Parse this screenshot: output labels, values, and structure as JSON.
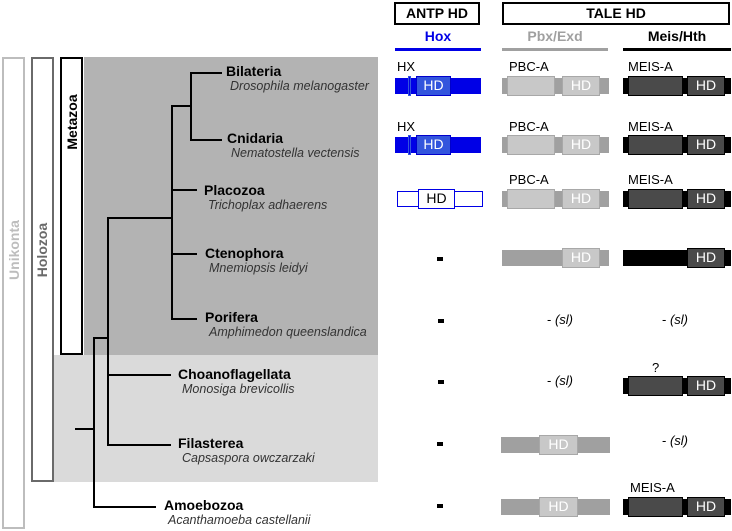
{
  "clades": {
    "unikonta": "Unikonta",
    "holozoa": "Holozoa",
    "metazoa": "Metazoa"
  },
  "headers": {
    "antp": "ANTP HD",
    "tale": "TALE HD",
    "columns": [
      {
        "label": "Hox",
        "color": "#0000e6"
      },
      {
        "label": "Pbx/Exd",
        "color": "#a0a0a0"
      },
      {
        "label": "Meis/Hth",
        "color": "#000000"
      }
    ]
  },
  "taxa": [
    {
      "group": "Bilateria",
      "species": "Drosophila melanogaster"
    },
    {
      "group": "Cnidaria",
      "species": "Nematostella vectensis"
    },
    {
      "group": "Placozoa",
      "species": "Trichoplax adhaerens"
    },
    {
      "group": "Ctenophora",
      "species": "Mnemiopsis leidyi"
    },
    {
      "group": "Porifera",
      "species": "Amphimedon queenslandica"
    },
    {
      "group": "Choanoflagellata",
      "species": "Monosiga brevicollis"
    },
    {
      "group": "Filasterea",
      "species": "Capsaspora owczarzaki"
    },
    {
      "group": "Amoebozoa",
      "species": "Acanthamoeba castellanii"
    }
  ],
  "domains": {
    "hx": "HX",
    "hd": "HD",
    "pbc": "PBC-A",
    "meis": "MEIS-A",
    "unknown": "?",
    "absent": "-",
    "sl": "(sl)"
  },
  "colors": {
    "hox": "#0000e6",
    "hox_hd": "#3355dd",
    "pbx_body": "#a0a0a0",
    "pbx_light": "#c8c8c8",
    "meis_body": "#000000",
    "meis_dark": "#4a4a4a",
    "metazoa_shade": "#b3b3b3",
    "holozoa_shade": "#dadada"
  }
}
